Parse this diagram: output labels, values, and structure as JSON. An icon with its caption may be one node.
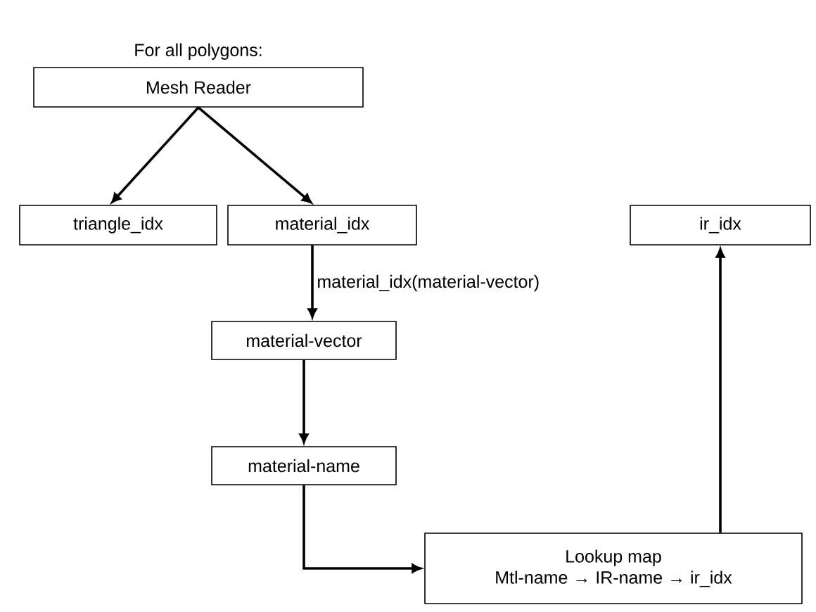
{
  "diagram": {
    "nodes": [
      {
        "text": [
          "For all polygons:",
          "Mesh Reader"
        ]
      },
      {
        "text": [
          "triangle_idx"
        ]
      },
      {
        "text": [
          "material_idx"
        ]
      },
      {
        "text": [
          "ir_idx"
        ]
      },
      {
        "text": [
          "material-vector"
        ]
      },
      {
        "text": [
          "material-name"
        ]
      },
      {
        "text": [
          "Lookup map",
          "Mtl-name → IR-name → ir_idx"
        ]
      }
    ],
    "edges": [
      {
        "from": 0,
        "to": 1,
        "arrow": "to"
      },
      {
        "from": 0,
        "to": 2,
        "arrow": "to"
      },
      {
        "from": 2,
        "to": 4,
        "arrow": "to",
        "label": "material_idx(material-vector)"
      },
      {
        "from": 4,
        "to": 5,
        "arrow": "to"
      },
      {
        "from": 5,
        "to": 6,
        "arrow": "to"
      },
      {
        "from": 6,
        "to": 3,
        "arrow": "to"
      }
    ]
  }
}
